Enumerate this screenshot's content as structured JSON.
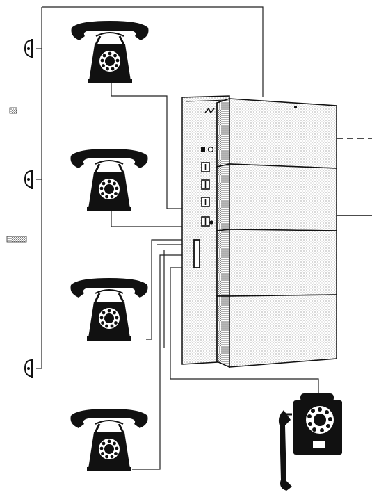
{
  "figure": {
    "kind": "telephone exchange wiring illustration",
    "colors": {
      "ink": "#111111",
      "paper": "#ffffff",
      "stipple": "#cfcfcf"
    },
    "desk_telephones": [
      {
        "name": "desk-telephone-1"
      },
      {
        "name": "desk-telephone-2"
      },
      {
        "name": "desk-telephone-3"
      },
      {
        "name": "desk-telephone-4"
      }
    ],
    "wall_telephones": [
      {
        "name": "wall-telephone"
      }
    ],
    "bells": [
      {
        "name": "bell-1"
      },
      {
        "name": "bell-2"
      },
      {
        "name": "bell-3"
      }
    ],
    "exchange": {
      "cabinet_modules": 4,
      "control_buttons": 4
    },
    "external_lines": [
      {
        "name": "external-line-dashed",
        "style": "dashed"
      },
      {
        "name": "external-line-solid",
        "style": "solid"
      }
    ],
    "icons": [
      "desk-telephone-icon",
      "wall-telephone-icon",
      "bell-icon",
      "exchange-cabinet-icon"
    ]
  }
}
